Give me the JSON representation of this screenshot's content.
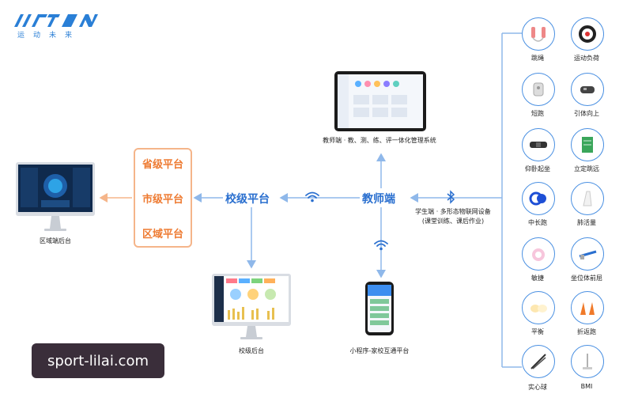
{
  "brand": {
    "subtitle": "运动未来"
  },
  "platforms": {
    "provincial": "省级平台",
    "city": "市级平台",
    "district": "区域平台"
  },
  "nodes": {
    "school_platform": "校级平台",
    "teacher": "教师端"
  },
  "captions": {
    "district_backend": "区域端后台",
    "school_backend": "校级后台",
    "teacher_system": "教师端 · 教、测、练、评一体化管理系统",
    "mini_program": "小程序-家校互通平台",
    "student_line1": "学生端 · 多形态物联网设备",
    "student_line2": "(课堂训练、课后作业)"
  },
  "devices": [
    {
      "label": "跳绳"
    },
    {
      "label": "运动负荷"
    },
    {
      "label": "短跑"
    },
    {
      "label": "引体向上"
    },
    {
      "label": "仰卧起坐"
    },
    {
      "label": "立定跳远"
    },
    {
      "label": "中长跑"
    },
    {
      "label": "肺活量"
    },
    {
      "label": "敏捷"
    },
    {
      "label": "坐位体前屈"
    },
    {
      "label": "平衡"
    },
    {
      "label": "折返跑"
    },
    {
      "label": "实心球"
    },
    {
      "label": "BMI"
    }
  ],
  "watermark": "sport-lilai.com",
  "colors": {
    "accent": "#2a6fcf",
    "orange": "#ee7b32",
    "line": "#8fb8ea"
  }
}
